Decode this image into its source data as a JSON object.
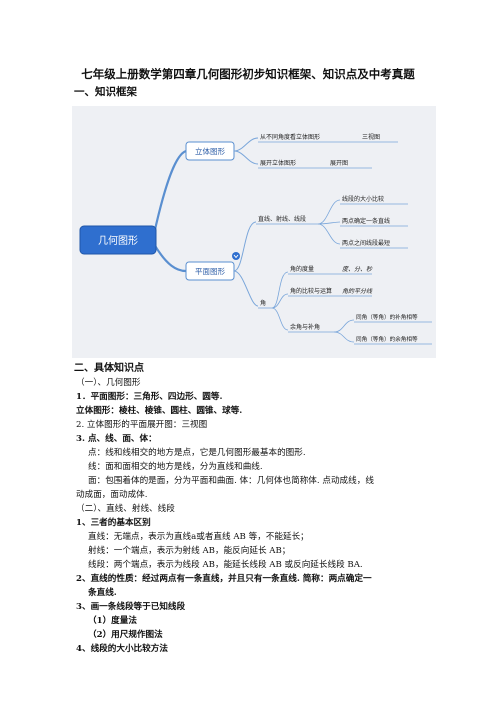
{
  "doc": {
    "title": "七年级上册数学第四章几何图形初步知识框架、知识点及中考真题",
    "section1": "一、知识框架",
    "section2": "二、具体知识点"
  },
  "mindmap": {
    "root": "几何图形",
    "solid": {
      "label": "立体图形",
      "items": [
        {
          "text": "从不同角度看立体图形",
          "leaf": "三视图"
        },
        {
          "text": "展开立体图形",
          "leaf": "展开图"
        }
      ]
    },
    "plane": {
      "label": "平面图形",
      "line_group": {
        "text": "直线、射线、线段",
        "leaves": [
          "线段的大小比较",
          "两点确定一条直线",
          "两点之间线段最短"
        ]
      },
      "angle_group": {
        "text": "角",
        "items": [
          {
            "text": "角的度量",
            "leaf": "度、分、秒"
          },
          {
            "text": "角的比较与运算",
            "leaf": "角的平分线"
          },
          {
            "text": "余角与补角",
            "leaves": [
              "同角（等角）的补角相等",
              "同角（等角）的余角相等"
            ]
          }
        ]
      }
    }
  },
  "lines": [
    {
      "text": "（一）、几何图形",
      "bold": false
    },
    {
      "text": "1．平面图形：三角形、四边形、圆等.",
      "bold": true
    },
    {
      "text": "立体图形：棱柱、棱锥、圆柱、圆锥、球等.",
      "bold": true
    },
    {
      "text": "2. 立体图形的平面展开图：三视图",
      "bold": false
    },
    {
      "text": "3. 点、线、面、体：",
      "bold": true
    },
    {
      "text": "点：线和线相交的地方是点，它是几何图形最基本的图形.",
      "bold": false
    },
    {
      "text": "线：面和面相交的地方是线，分为直线和曲线.",
      "bold": false
    },
    {
      "text": "面：包围着体的是面，分为平面和曲面. 体：几何体也简称体.    点动成线，线",
      "bold": false
    },
    {
      "text": "动成面，面动成体.",
      "bold": false
    },
    {
      "text": "（二）、直线、射线、线段",
      "bold": false
    },
    {
      "text": "1、三者的基本区别",
      "bold": true
    },
    {
      "text": "直线：无端点，表示为直线a或者直线 AB  等，不能延长；",
      "bold": false
    },
    {
      "text": "射线：一个端点，表示为射线 AB，能反向延长 AB；",
      "bold": false
    },
    {
      "text": "线段：两个端点，表示为线段 AB，能延长线段 AB 或反向延长线段 BA.",
      "bold": false
    },
    {
      "text": "2、直线的性质：经过两点有一条直线，并且只有一条直线. 简称：两点确定一",
      "bold": true
    },
    {
      "text": "条直线.",
      "bold": true
    },
    {
      "text": "3、画一条线段等于已知线段",
      "bold": true
    },
    {
      "text": "（1）度量法",
      "bold": true
    },
    {
      "text": "（2）用尺规作图法",
      "bold": true
    },
    {
      "text": "4、线段的大小比较方法",
      "bold": true
    }
  ]
}
